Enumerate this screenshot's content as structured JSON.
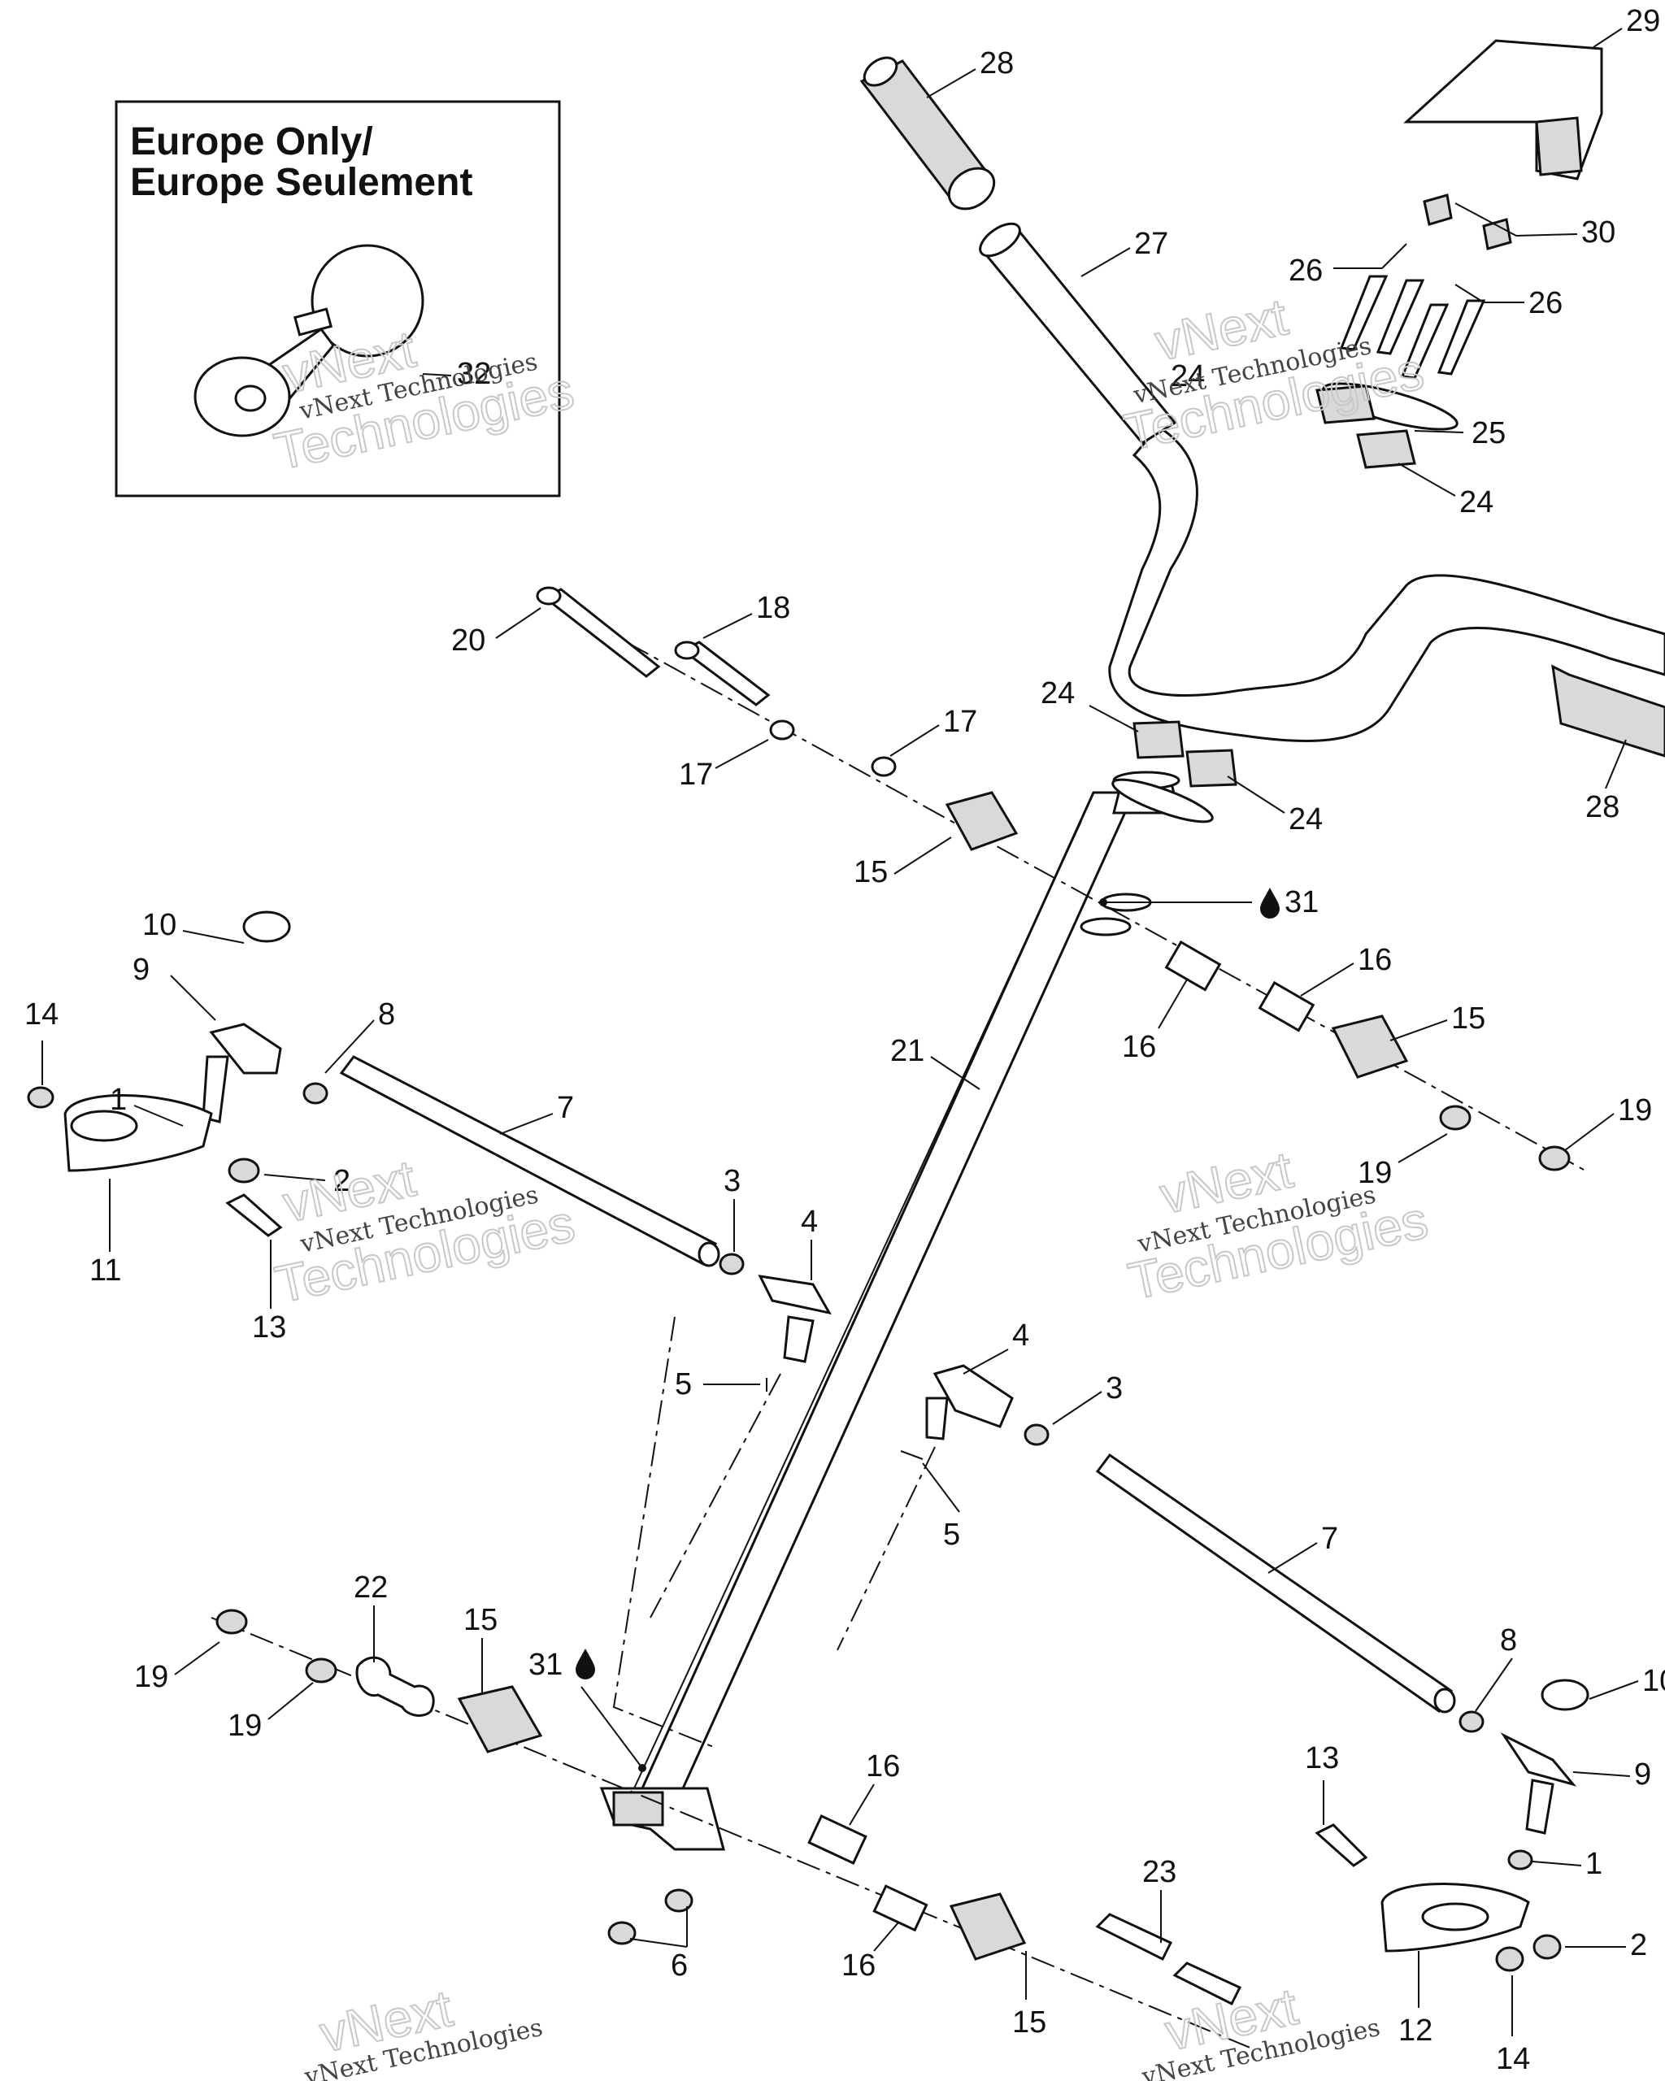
{
  "inset": {
    "title_line1": "Europe Only/",
    "title_line2": "Europe Seulement"
  },
  "watermark": {
    "line1": "vNext Technologies",
    "big1": "vNext",
    "big2": "Technologies"
  },
  "callouts": {
    "c1": "1",
    "c2": "2",
    "c3": "3",
    "c4": "4",
    "c5": "5",
    "c6": "6",
    "c7": "7",
    "c8": "8",
    "c9": "9",
    "c10": "10",
    "c11": "11",
    "c12": "12",
    "c13": "13",
    "c14": "14",
    "c15": "15",
    "c16": "16",
    "c17": "17",
    "c18": "18",
    "c19": "19",
    "c20": "20",
    "c21": "21",
    "c22": "22",
    "c23": "23",
    "c24": "24",
    "c25": "25",
    "c26": "26",
    "c27": "27",
    "c28": "28",
    "c29": "29",
    "c30": "30",
    "c31": "31",
    "c32": "32"
  },
  "icons": {
    "grease": "grease-drop-icon"
  }
}
